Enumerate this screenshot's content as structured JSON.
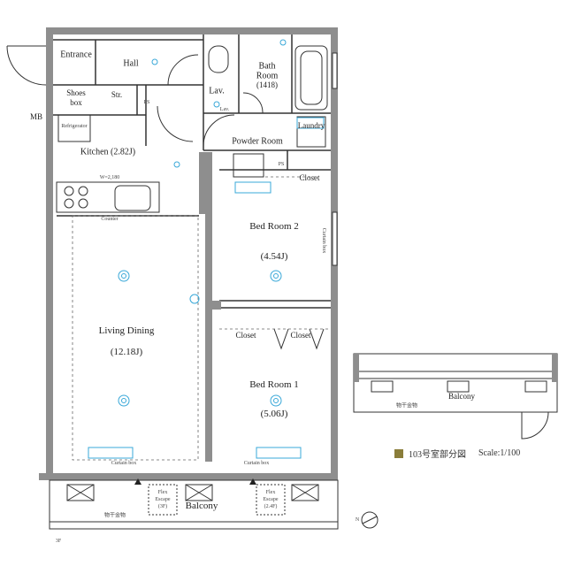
{
  "colors": {
    "wall": "#8e8e8e",
    "line": "#333333",
    "equipment": "#39a8d8",
    "legend_swatch": "#8a7d3a"
  },
  "rooms": {
    "entrance": "Entrance",
    "hall": "Hall",
    "shoes_box_1": "Shoes",
    "shoes_box_2": "box",
    "storage": "Str.",
    "lav": "Lav.",
    "lav_small": "Lav.",
    "bath_1": "Bath",
    "bath_2": "Room",
    "bath_size": "(1418)",
    "laundry": "Laundry",
    "refrigerator": "Refrigerator",
    "powder_room": "Powder Room",
    "kitchen": "Kitchen (2.82J)",
    "counter": "Counter",
    "w_label": "W=2,180",
    "ps1": "PS",
    "ps2": "PS",
    "closet_br2": "Closet",
    "bedroom2": "Bed Room 2",
    "bedroom2_size": "(4.54J)",
    "living": "Living Dining",
    "living_size": "(12.18J)",
    "closet_a": "Closet",
    "closet_b": "Closet",
    "bedroom1": "Bed Room 1",
    "bedroom1_size": "(5.06J)",
    "mb": "MB",
    "curtain_box_1": "Curtain box",
    "curtain_box_2": "Curtain box",
    "curtain_box_side": "Curtain box",
    "flex_1a": "Flex",
    "flex_1b": "Escape",
    "flex_1c": "(3F)",
    "flex_2a": "Flex",
    "flex_2b": "Escape",
    "flex_2c": "(2.4F)",
    "balcony": "Balcony",
    "railing": "物干金物",
    "floor": "3F"
  },
  "key_plan": {
    "balcony": "Balcony",
    "railing": "物干金物"
  },
  "legend": {
    "unit": "103号室部分図",
    "scale": "Scale:1/100"
  },
  "north": "N"
}
